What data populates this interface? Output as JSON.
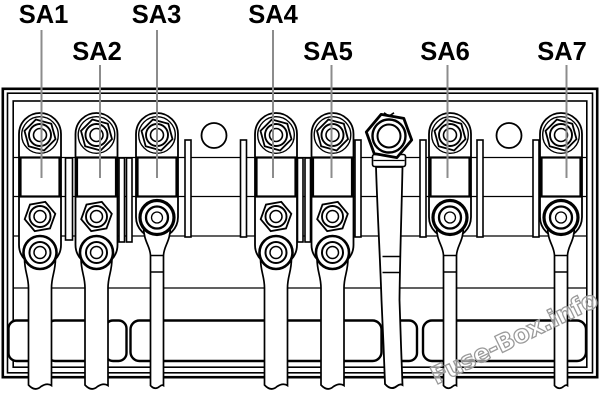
{
  "diagram": {
    "kind": "fuse-box-line-diagram",
    "fuse_count": 7
  },
  "labels": [
    {
      "text": "SA1"
    },
    {
      "text": "SA2"
    },
    {
      "text": "SA3"
    },
    {
      "text": "SA4"
    },
    {
      "text": "SA5"
    },
    {
      "text": "SA6"
    },
    {
      "text": "SA7"
    }
  ],
  "watermark": {
    "text": "Fuse-Box.info"
  },
  "colors": {
    "background": "#ffffff",
    "line": "#000000",
    "leader_line": "#8c8c8c",
    "label_text": "#000000",
    "watermark": "#9a9a9a"
  }
}
